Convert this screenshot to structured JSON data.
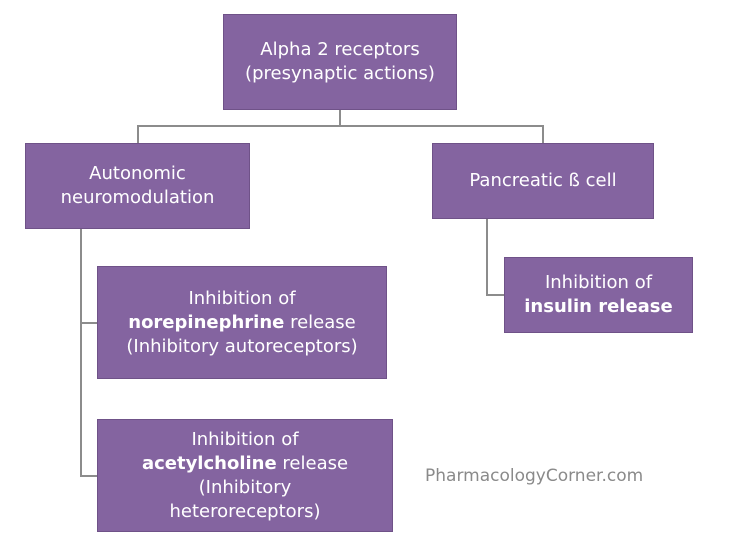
{
  "root": {
    "line1": "Alpha 2 receptors",
    "line2": "(presynaptic actions)"
  },
  "left": {
    "line1": "Autonomic",
    "line2": "neuromodulation"
  },
  "right": {
    "line1": "Pancreatic ß cell"
  },
  "norepinephrine": {
    "line1": "Inhibition of",
    "bold": "norepinephrine",
    "rest": " release",
    "line3": "(Inhibitory autoreceptors)"
  },
  "acetylcholine": {
    "line1": "Inhibition of",
    "bold": "acetylcholine",
    "rest": " release",
    "line3": "(Inhibitory",
    "line4": "heteroreceptors)"
  },
  "insulin": {
    "line1": "Inhibition of",
    "bold": "insulin release"
  },
  "watermark": "PharmacologyCorner.com",
  "colors": {
    "box": "#8464a0",
    "connector": "#8c8c8c",
    "text": "#ffffff"
  }
}
